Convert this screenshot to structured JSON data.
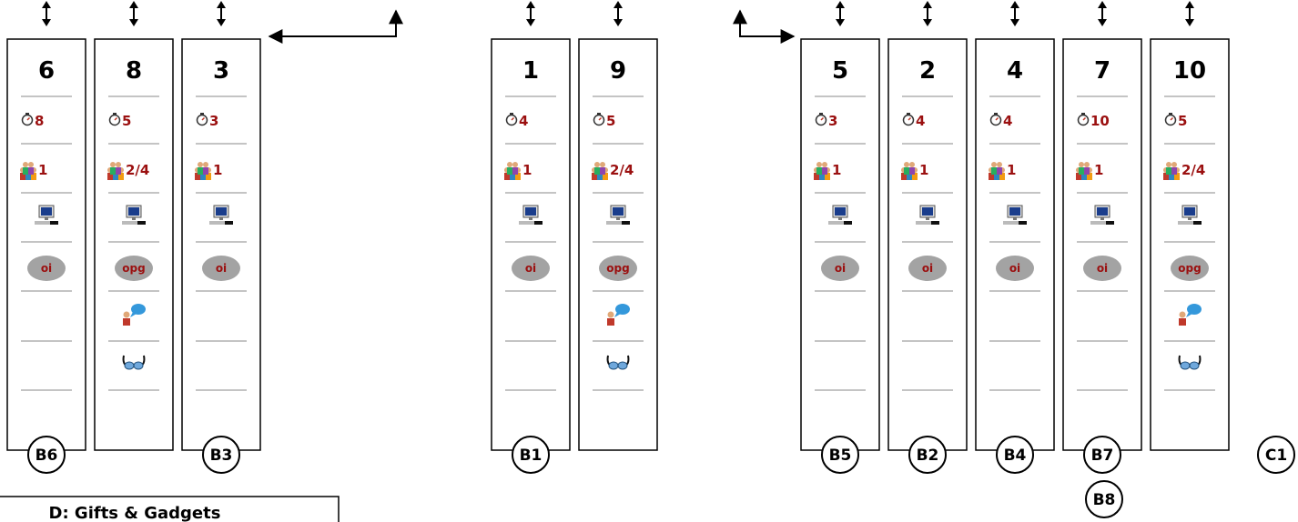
{
  "diagram": {
    "columns": [
      {
        "id": "col-6",
        "number": "6",
        "timer": "8",
        "people": "1",
        "tag": "oi",
        "extras": false,
        "badge": "B6"
      },
      {
        "id": "col-8",
        "number": "8",
        "timer": "5",
        "people": "2/4",
        "tag": "opg",
        "extras": true,
        "badge": ""
      },
      {
        "id": "col-3",
        "number": "3",
        "timer": "3",
        "people": "1",
        "tag": "oi",
        "extras": false,
        "badge": "B3"
      },
      {
        "id": "col-1",
        "number": "1",
        "timer": "4",
        "people": "1",
        "tag": "oi",
        "extras": false,
        "badge": "B1"
      },
      {
        "id": "col-9",
        "number": "9",
        "timer": "5",
        "people": "2/4",
        "tag": "opg",
        "extras": true,
        "badge": ""
      },
      {
        "id": "col-5",
        "number": "5",
        "timer": "3",
        "people": "1",
        "tag": "oi",
        "extras": false,
        "badge": "B5"
      },
      {
        "id": "col-2",
        "number": "2",
        "timer": "4",
        "people": "1",
        "tag": "oi",
        "extras": false,
        "badge": "B2"
      },
      {
        "id": "col-4",
        "number": "4",
        "timer": "4",
        "people": "1",
        "tag": "oi",
        "extras": false,
        "badge": "B4"
      },
      {
        "id": "col-7",
        "number": "7",
        "timer": "10",
        "people": "1",
        "tag": "oi",
        "extras": false,
        "badge": "B7"
      },
      {
        "id": "col-10",
        "number": "10",
        "timer": "5",
        "people": "2/4",
        "tag": "opg",
        "extras": true,
        "badge": ""
      }
    ],
    "standalone_badges": [
      "C1",
      "B8"
    ],
    "footer_label": "D: Gifts & Gadgets",
    "colors": {
      "accent_red": "#9b1010",
      "pill_grey": "#a3a3a3",
      "line": "#000000",
      "divider": "#888888",
      "screen_blue": "#1a3d8c"
    },
    "icons": [
      "updown-arrow-icon",
      "stopwatch-icon",
      "people-group-icon",
      "computer-icon",
      "person-speech-icon",
      "glasses-icon"
    ]
  }
}
